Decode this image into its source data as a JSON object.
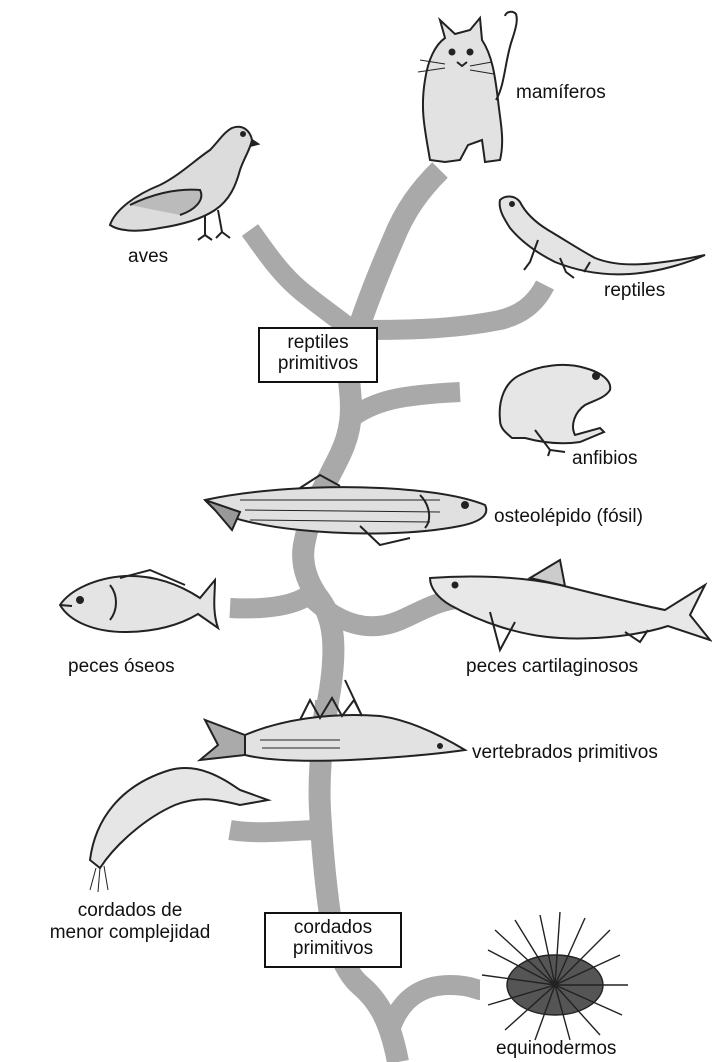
{
  "labels": {
    "mamiferos": "mamíferos",
    "aves": "aves",
    "reptiles": "reptiles",
    "anfibios": "anfibios",
    "osteolepido": "osteolépido (fósil)",
    "peces_oseos": "peces óseos",
    "peces_cartilaginosos": "peces cartilaginosos",
    "vertebrados_primitivos": "vertebrados primitivos",
    "cordados_menor_line1": "cordados de",
    "cordados_menor_line2": "menor complejidad",
    "equinodermos": "equinodermos"
  },
  "boxes": {
    "reptiles_primitivos": {
      "line1": "reptiles",
      "line2": "primitivos"
    },
    "cordados_primitivos": {
      "line1": "cordados",
      "line2": "primitivos"
    }
  },
  "colors": {
    "branch": "#a9a9a9",
    "outline": "#222222"
  },
  "icons": [
    "cat-icon",
    "pigeon-icon",
    "lizard-icon",
    "frog-icon",
    "osteolepid-fish-icon",
    "bony-fish-icon",
    "shark-icon",
    "primitive-vertebrate-icon",
    "lancelet-icon",
    "sea-urchin-icon"
  ]
}
